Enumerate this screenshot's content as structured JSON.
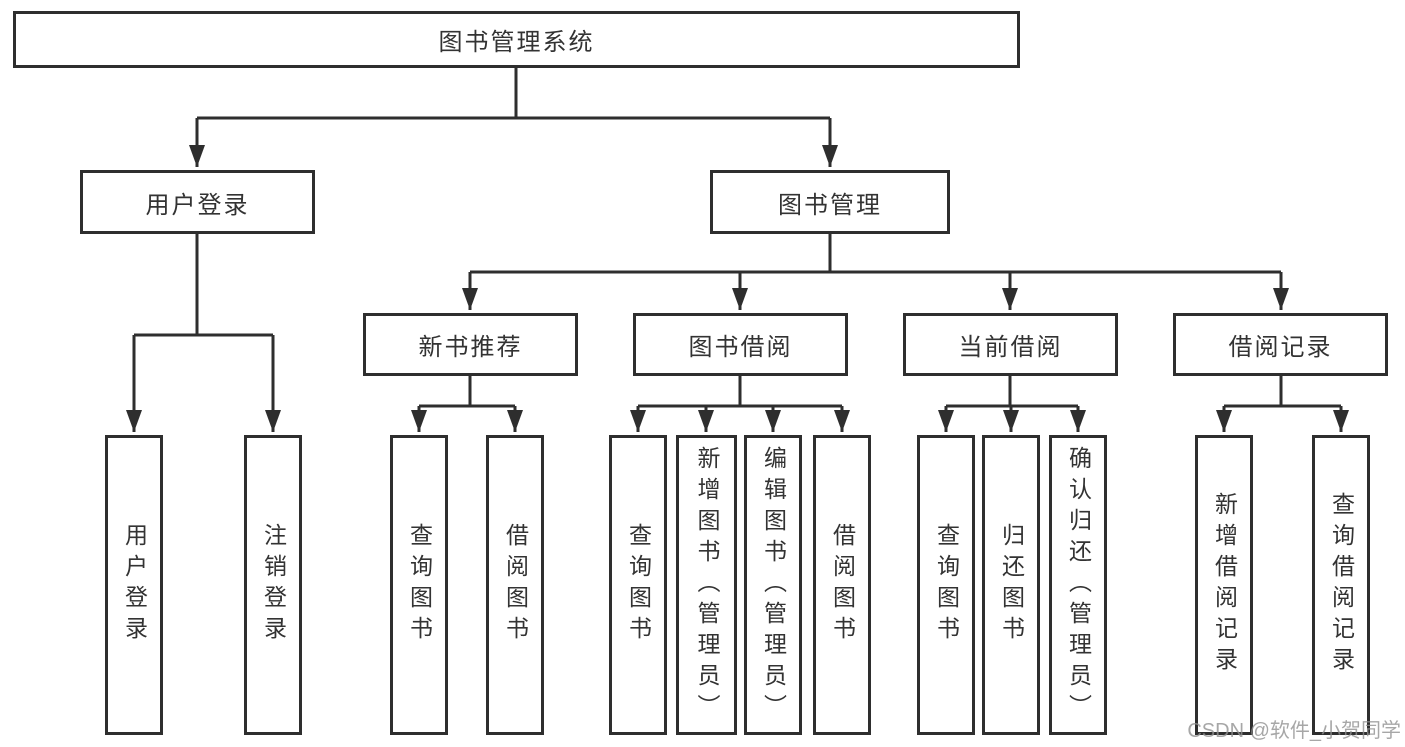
{
  "diagram_type": "hierarchy-tree",
  "colors": {
    "line": "#2e2e2e",
    "box_border": "#2e2e2e",
    "box_fill": "#ffffff",
    "text": "#333333",
    "background": "#ffffff",
    "watermark": "#919191"
  },
  "tree": {
    "label": "图书管理系统",
    "children": [
      {
        "label": "用户登录",
        "children": [
          {
            "label": "用户登录"
          },
          {
            "label": "注销登录"
          }
        ]
      },
      {
        "label": "图书管理",
        "children": [
          {
            "label": "新书推荐",
            "children": [
              {
                "label": "查询图书"
              },
              {
                "label": "借阅图书"
              }
            ]
          },
          {
            "label": "图书借阅",
            "children": [
              {
                "label": "查询图书"
              },
              {
                "label": "新增图书（管理员）"
              },
              {
                "label": "编辑图书（管理员）"
              },
              {
                "label": "借阅图书"
              }
            ]
          },
          {
            "label": "当前借阅",
            "children": [
              {
                "label": "查询图书"
              },
              {
                "label": "归还图书"
              },
              {
                "label": "确认归还（管理员）"
              }
            ]
          },
          {
            "label": "借阅记录",
            "children": [
              {
                "label": "新增借阅记录"
              },
              {
                "label": "查询借阅记录"
              }
            ]
          }
        ]
      }
    ]
  },
  "watermark": "CSDN @软件_小贺同学"
}
